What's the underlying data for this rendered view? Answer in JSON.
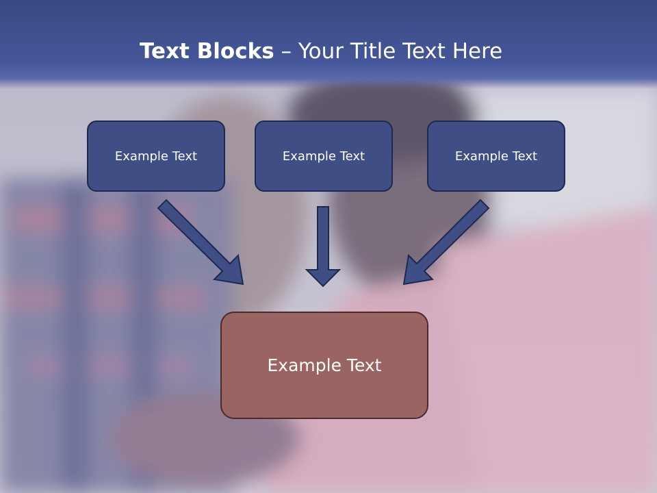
{
  "slide": {
    "title_bold": "Text Blocks",
    "title_rest": " – Your Title Text Here",
    "blocks": [
      {
        "label": "Example Text"
      },
      {
        "label": "Example Text"
      },
      {
        "label": "Example Text"
      }
    ],
    "result_block": {
      "label": "Example Text"
    }
  },
  "colors": {
    "header": "#44569a",
    "top_box_fill": "#3f4e84",
    "bottom_box_fill": "#9a6462",
    "arrow_fill": "#3f4e84"
  }
}
